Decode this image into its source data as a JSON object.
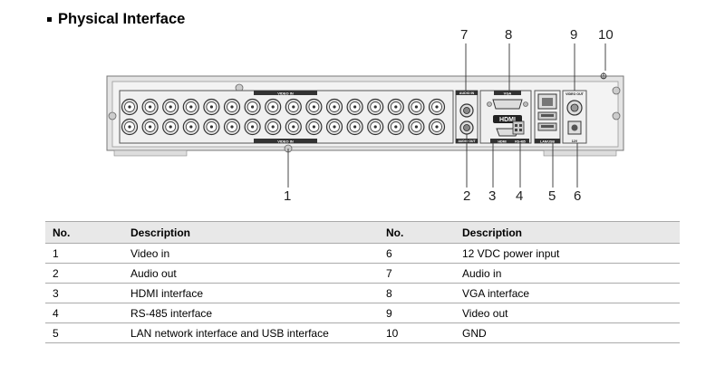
{
  "section": {
    "title": "Physical Interface"
  },
  "callouts": [
    "1",
    "2",
    "3",
    "4",
    "5",
    "6",
    "7",
    "8",
    "9",
    "10"
  ],
  "panel_text": {
    "video_in_top": "VIDEO IN",
    "video_in_bottom": "VIDEO IN",
    "audio_in": "AUDIO IN",
    "vga": "VGA",
    "video_out": "VIDEO OUT",
    "audio_out": "AUDIO OUT",
    "hdmi_label": "HDMI",
    "hdmi_logo": "HDMI",
    "rs485": "RS-485",
    "lan_usb": "LAN/USB",
    "power": "12V"
  },
  "table": {
    "headers": [
      "No.",
      "Description",
      "No.",
      "Description"
    ],
    "rows": [
      [
        "1",
        "Video in",
        "6",
        "12 VDC power input"
      ],
      [
        "2",
        "Audio out",
        "7",
        "Audio in"
      ],
      [
        "3",
        "HDMI interface",
        "8",
        "VGA interface"
      ],
      [
        "4",
        "RS-485 interface",
        "9",
        "Video out"
      ],
      [
        "5",
        "LAN network interface and USB interface",
        "10",
        "GND"
      ]
    ]
  }
}
